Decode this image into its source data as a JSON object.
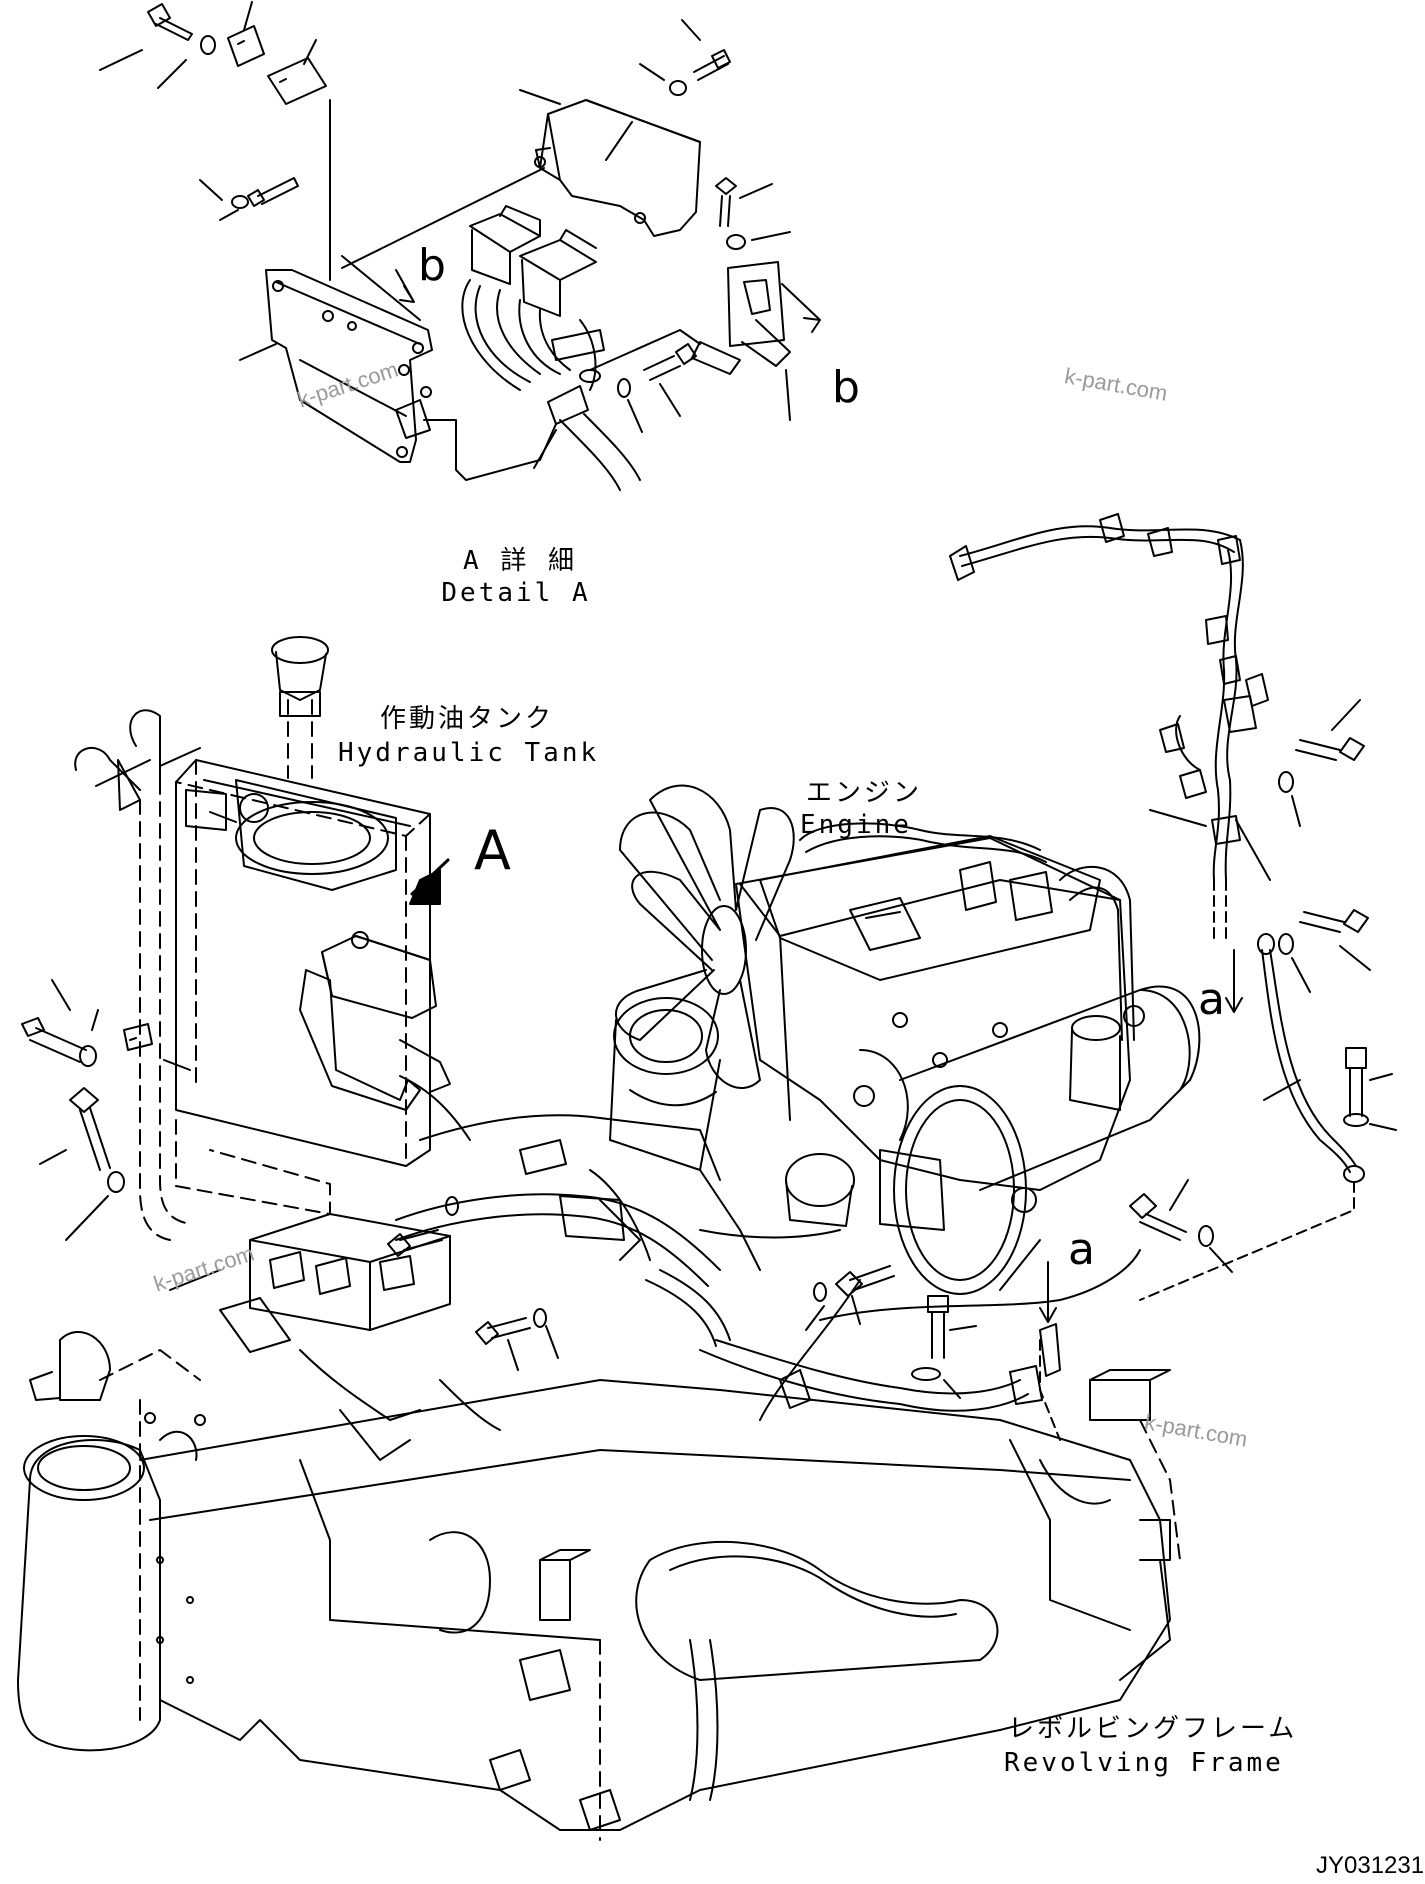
{
  "labels": {
    "detail_a_jp": "A 詳 細",
    "detail_a_en": "Detail A",
    "hydraulic_tank_jp": "作動油タンク",
    "hydraulic_tank_en": "Hydraulic Tank",
    "engine_jp": "エンジン",
    "engine_en": "Engine",
    "revolving_frame_jp": "レボルビングフレーム",
    "revolving_frame_en": "Revolving Frame",
    "view_arrow": "A",
    "ref_b_top": "b",
    "ref_b_bottom": "b",
    "ref_a_upper": "a",
    "ref_a_lower": "a"
  },
  "watermarks": [
    "k-part.com",
    "k-part.com",
    "k-part.com",
    "k-part.com"
  ],
  "drawing_code": "JY031231"
}
